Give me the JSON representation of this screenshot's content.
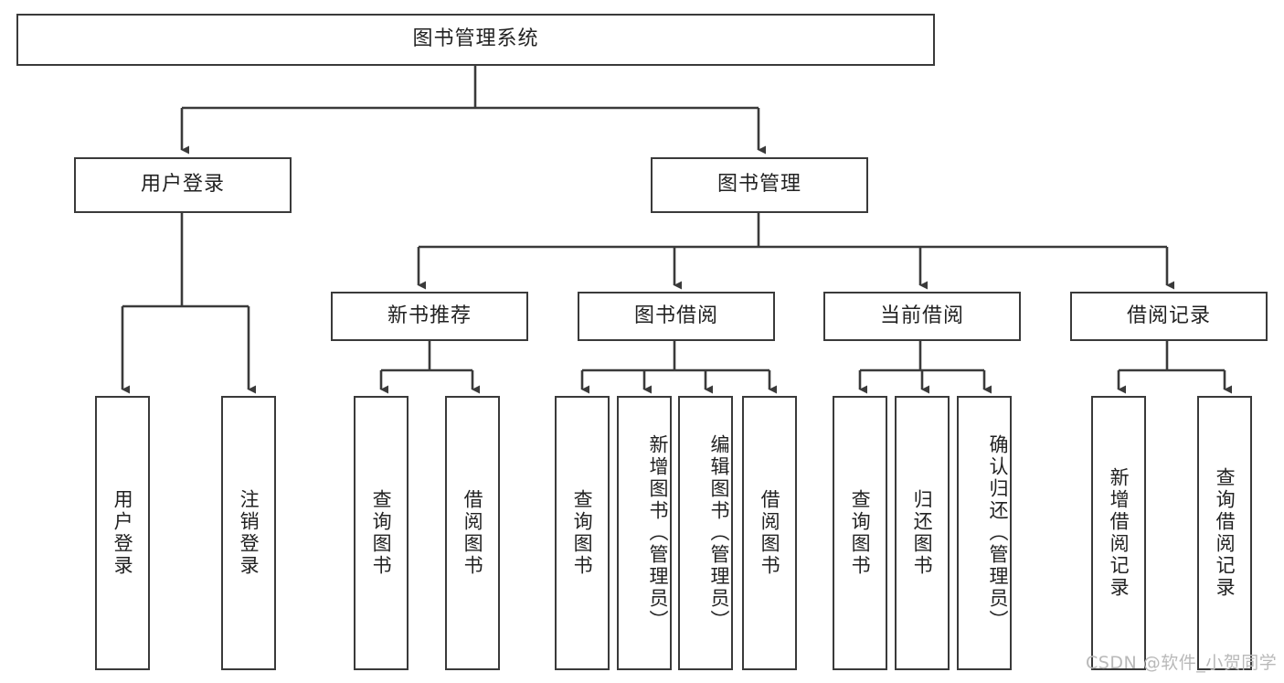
{
  "diagram": {
    "title": "图书管理系统",
    "type": "tree-hierarchy",
    "root": {
      "label": "图书管理系统"
    },
    "level2": [
      {
        "label": "用户登录"
      },
      {
        "label": "图书管理"
      }
    ],
    "level3": [
      {
        "label": "新书推荐"
      },
      {
        "label": "图书借阅"
      },
      {
        "label": "当前借阅"
      },
      {
        "label": "借阅记录"
      }
    ],
    "leaves": {
      "user_login": [
        {
          "label": "用户登录"
        },
        {
          "label": "注销登录"
        }
      ],
      "new_book_recommend": [
        {
          "label": "查询图书"
        },
        {
          "label": "借阅图书"
        }
      ],
      "book_borrow": [
        {
          "label": "查询图书"
        },
        {
          "label": "新增图书（管理员）"
        },
        {
          "label": "编辑图书（管理员）"
        },
        {
          "label": "借阅图书"
        }
      ],
      "current_borrow": [
        {
          "label": "查询图书"
        },
        {
          "label": "归还图书"
        },
        {
          "label": "确认归还（管理员）"
        }
      ],
      "borrow_record": [
        {
          "label": "新增借阅记录"
        },
        {
          "label": "查询借阅记录"
        }
      ]
    }
  },
  "watermark": {
    "text": "CSDN @软件_小贺同学"
  },
  "colors": {
    "stroke": "#3a3a3a",
    "background": "#ffffff",
    "text": "#222222",
    "watermark": "#b9b9b9"
  }
}
